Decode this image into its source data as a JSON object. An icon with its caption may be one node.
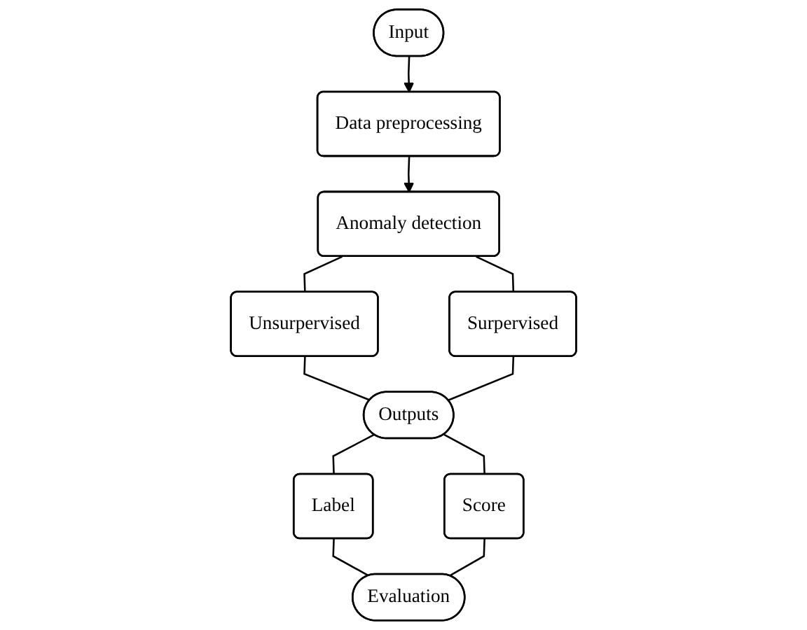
{
  "diagram": {
    "nodes": [
      {
        "text": [
          "Input"
        ]
      },
      {
        "text": [
          "Data preprocessing"
        ]
      },
      {
        "text": [
          "Anomaly detection"
        ]
      },
      {
        "text": [
          "Unsurpervised"
        ]
      },
      {
        "text": [
          "Surpervised"
        ]
      },
      {
        "text": [
          "Outputs"
        ]
      },
      {
        "text": [
          "Label"
        ]
      },
      {
        "text": [
          "Score"
        ]
      },
      {
        "text": [
          "Evaluation"
        ]
      }
    ],
    "edges": [
      {
        "from": 0,
        "to": 1,
        "arrow": "to"
      },
      {
        "from": 1,
        "to": 2,
        "arrow": "to"
      },
      {
        "from": 2,
        "to": 3,
        "arrow": "none"
      },
      {
        "from": 2,
        "to": 4,
        "arrow": "none"
      },
      {
        "from": 3,
        "to": 5,
        "arrow": "none"
      },
      {
        "from": 4,
        "to": 5,
        "arrow": "none"
      },
      {
        "from": 5,
        "to": 6,
        "arrow": "none"
      },
      {
        "from": 5,
        "to": 7,
        "arrow": "none"
      },
      {
        "from": 6,
        "to": 8,
        "arrow": "none"
      },
      {
        "from": 7,
        "to": 8,
        "arrow": "none"
      }
    ]
  }
}
